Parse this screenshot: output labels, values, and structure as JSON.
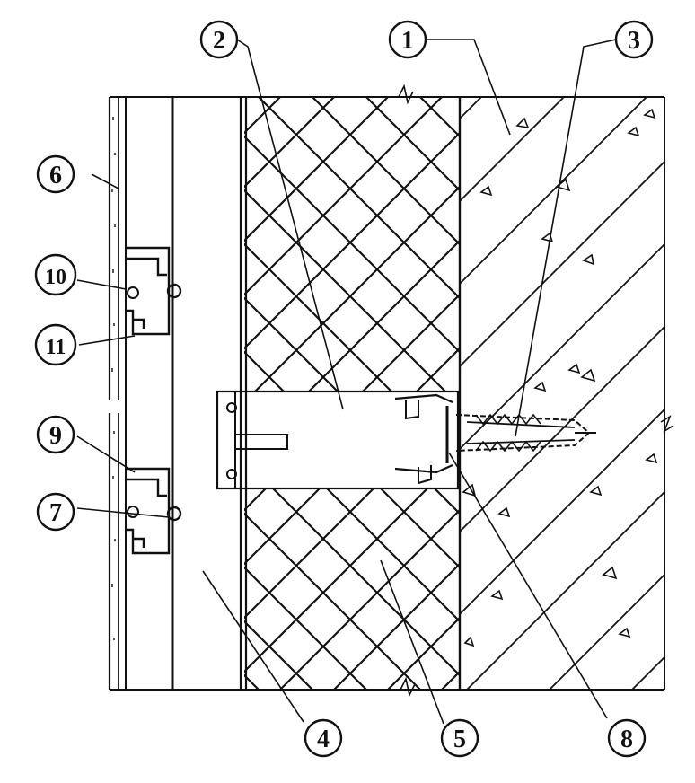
{
  "diagram": {
    "callouts": [
      {
        "id": "c1",
        "label": "1"
      },
      {
        "id": "c2",
        "label": "2"
      },
      {
        "id": "c3",
        "label": "3"
      },
      {
        "id": "c4",
        "label": "4"
      },
      {
        "id": "c5",
        "label": "5"
      },
      {
        "id": "c6",
        "label": "6"
      },
      {
        "id": "c7",
        "label": "7"
      },
      {
        "id": "c8",
        "label": "8"
      },
      {
        "id": "c9",
        "label": "9"
      },
      {
        "id": "c10",
        "label": "10"
      },
      {
        "id": "c11",
        "label": "11"
      }
    ],
    "colors": {
      "ink": "#111111",
      "paper": "#ffffff"
    }
  }
}
